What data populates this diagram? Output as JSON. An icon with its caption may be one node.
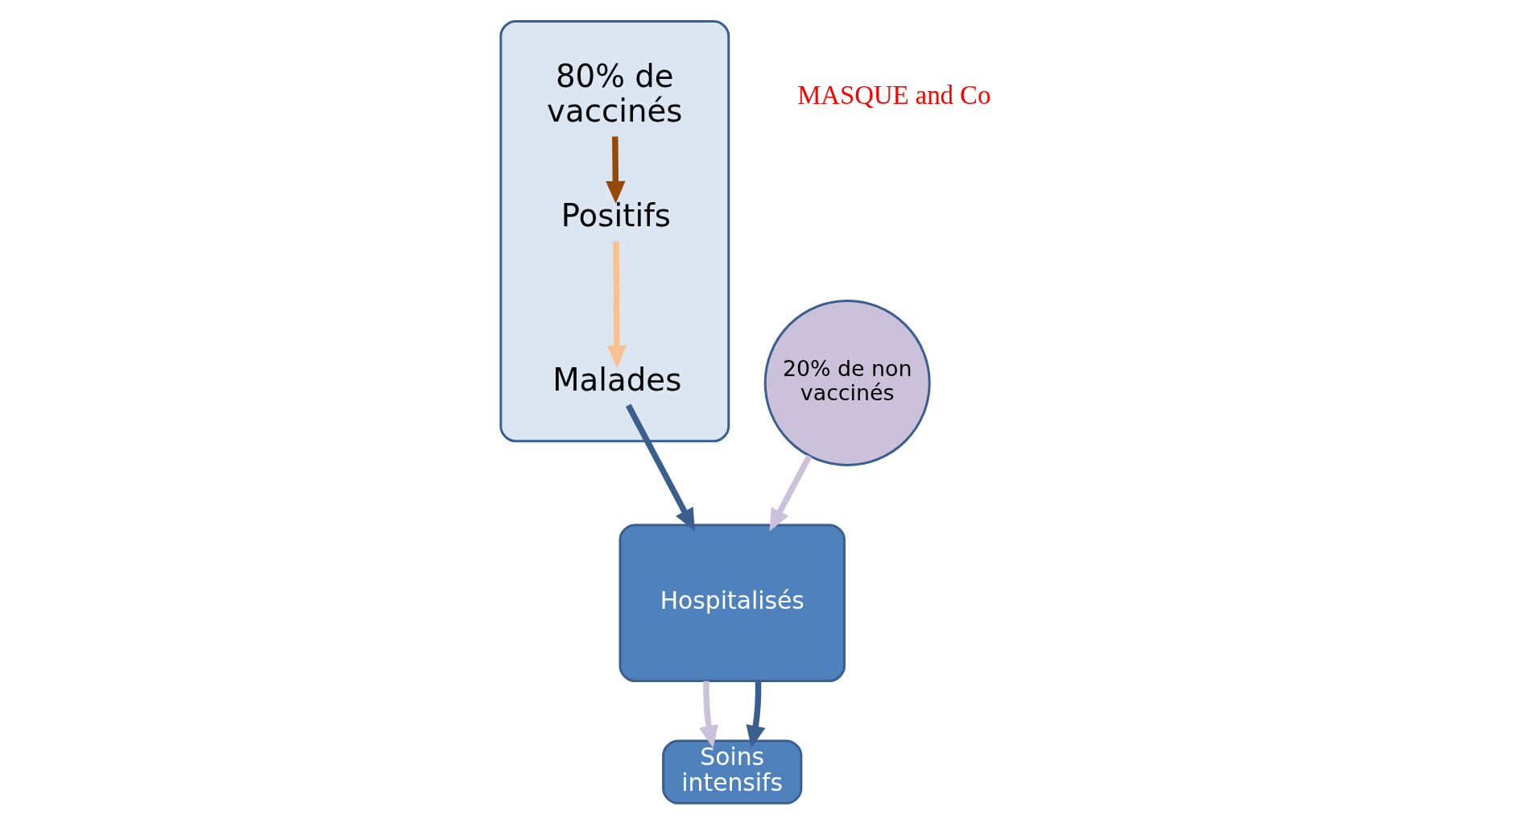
{
  "diagram": {
    "nodes": [
      {
        "text": [],
        "shape": "ellipse"
      },
      {
        "text": [
          "80% de vaccinés"
        ],
        "in": 0
      },
      {
        "text": [
          "Positifs"
        ],
        "in": 0
      },
      {
        "text": [
          "Malades"
        ],
        "in": 0
      },
      {
        "text": [
          "20% de non vaccinés"
        ]
      },
      {
        "text": [
          "Hospitalisés"
        ]
      },
      {
        "text": [
          "Soins intensifs"
        ]
      }
    ],
    "edges": [
      {
        "from": 1,
        "to": 2,
        "arrow": "to",
        "color": "#974706"
      },
      {
        "from": 2,
        "to": 3,
        "arrow": "to",
        "color": "#fac090"
      },
      {
        "from": 3,
        "to": 5,
        "arrow": "to"
      },
      {
        "from": 4,
        "to": 5,
        "arrow": "to",
        "color": "#ccc1da"
      },
      {
        "from": 5,
        "to": 6,
        "arrow": "to",
        "color": "#ccc1da"
      },
      {
        "from": 5,
        "to": 6,
        "arrow": "to"
      }
    ],
    "labels": [
      "MASQUE and Co"
    ]
  }
}
